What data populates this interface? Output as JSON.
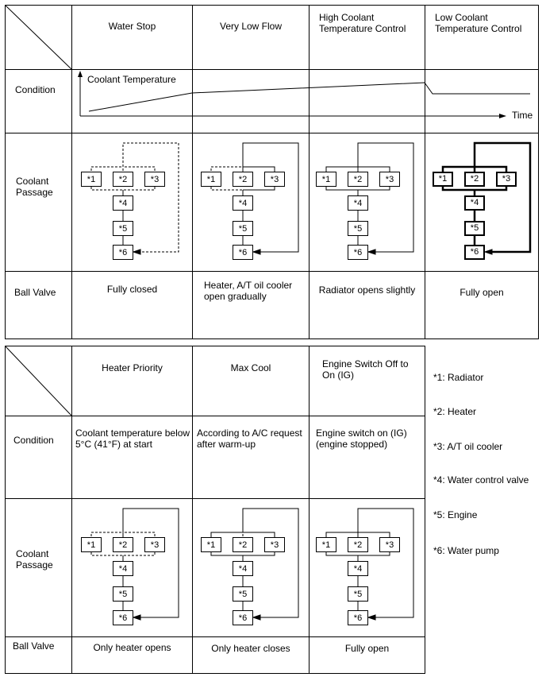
{
  "table1": {
    "headers": [
      "Water Stop",
      "Very Low Flow",
      "High Coolant Temperature Control",
      "Low Coolant Temperature Control"
    ],
    "row_labels": {
      "condition": "Condition",
      "passage": "Coolant Passage",
      "ball_valve": "Ball Valve"
    },
    "graph": {
      "y_label": "Coolant Temperature",
      "x_label": "Time"
    },
    "ball_valve": [
      "Fully closed",
      "Heater, A/T oil cooler open gradually",
      "Radiator opens slightly",
      "Fully open"
    ]
  },
  "table2": {
    "headers": [
      "Heater Priority",
      "Max Cool",
      "Engine Switch Off to On (IG)"
    ],
    "row_labels": {
      "condition": "Condition",
      "passage": "Coolant Passage",
      "ball_valve": "Ball Valve"
    },
    "conditions": [
      "Coolant temperature below 5°C (41°F) at start",
      "According to A/C request after warm-up",
      "Engine switch on (IG) (engine stopped)"
    ],
    "ball_valve": [
      "Only heater opens",
      "Only heater closes",
      "Fully open"
    ]
  },
  "box_labels": [
    "*1",
    "*2",
    "*3",
    "*4",
    "*5",
    "*6"
  ],
  "legend": [
    "*1: Radiator",
    "*2: Heater",
    "*3: A/T oil cooler",
    "*4: Water control valve",
    "*5: Engine",
    "*6: Water pump"
  ]
}
